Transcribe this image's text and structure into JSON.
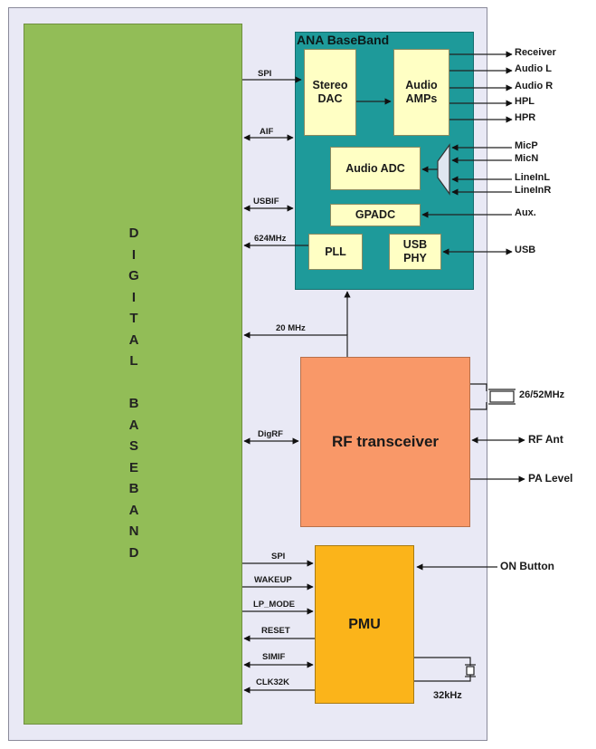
{
  "blocks": {
    "digital_letters": [
      "D",
      "I",
      "G",
      "I",
      "T",
      "A",
      "L",
      "",
      "B",
      "A",
      "S",
      "E",
      "B",
      "A",
      "N",
      "D"
    ],
    "ana_title": "ANA BaseBand",
    "stereo_dac": "Stereo DAC",
    "audio_amps": "Audio AMPs",
    "audio_adc": "Audio ADC",
    "gpadc": "GPADC",
    "pll": "PLL",
    "usb_phy": "USB PHY",
    "rf": "RF transceiver",
    "pmu": "PMU"
  },
  "signals": {
    "spi": "SPI",
    "aif": "AIF",
    "usbif": "USBIF",
    "clk_624": "624MHz",
    "clk_20": "20 MHz",
    "digrf": "DigRF",
    "pmu_spi": "SPI",
    "wakeup": "WAKEUP",
    "lp_mode": "LP_MODE",
    "reset": "RESET",
    "simif": "SIMIF",
    "clk32k": "CLK32K"
  },
  "external": {
    "receiver": "Receiver",
    "audio_l": "Audio L",
    "audio_r": "Audio R",
    "hpl": "HPL",
    "hpr": "HPR",
    "micp": "MicP",
    "micn": "MicN",
    "lineinl": "LineInL",
    "lineinr": "LineInR",
    "aux": "Aux.",
    "usb": "USB",
    "xtal_rf": "26/52MHz",
    "rf_ant": "RF Ant",
    "pa_level": "PA Level",
    "on_button": "ON Button",
    "xtal_32k": "32kHz"
  }
}
